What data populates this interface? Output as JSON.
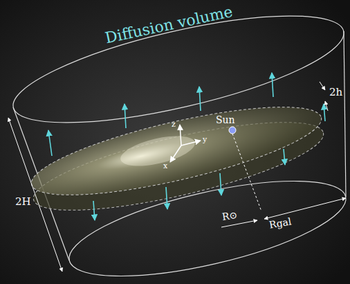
{
  "diagram": {
    "labels": [
      "Diffusion volume",
      "2h",
      "2H",
      "Sun",
      "z",
      "y",
      "x",
      "R⊙",
      "Rgal"
    ]
  }
}
